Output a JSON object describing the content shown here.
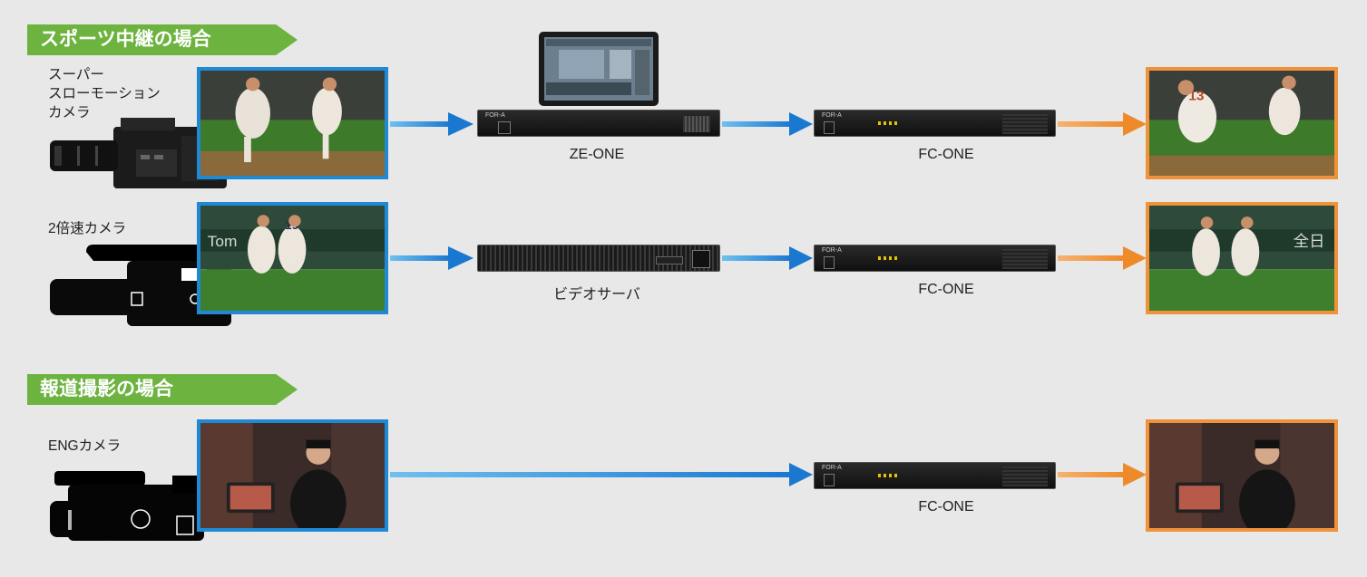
{
  "sections": [
    {
      "title": "スポーツ中継の場合"
    },
    {
      "title": "報道撮影の場合"
    }
  ],
  "rows": [
    {
      "camera_label": "スーパー\nスローモーション\nカメラ",
      "device": "ZE-ONE",
      "converter": "FC-ONE"
    },
    {
      "camera_label": "2倍速カメラ",
      "device": "ビデオサーバ",
      "converter": "FC-ONE"
    },
    {
      "camera_label": "ENGカメラ",
      "converter": "FC-ONE"
    }
  ],
  "photo_text": {
    "jersey_number": "13",
    "jersey_number_2": "19",
    "banner": "Tom",
    "banner_2": "全日",
    "device_brand": "FOR-A"
  },
  "colors": {
    "input_arrow": "#2089d6",
    "output_arrow": "#f0923a",
    "header_bg": "#6db33f"
  }
}
